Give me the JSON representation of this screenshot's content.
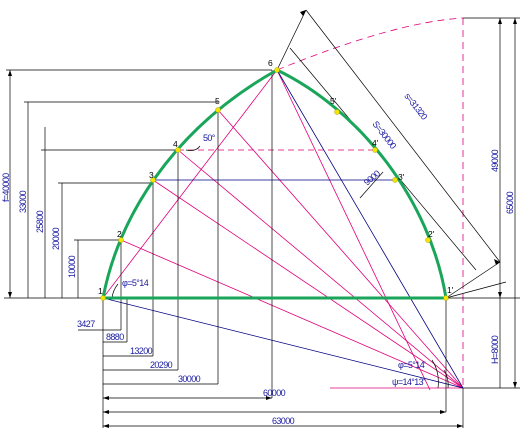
{
  "colors": {
    "arch": "#1aa65a",
    "base": "#1aa65a",
    "magenta": "#e0007a",
    "navy": "#000080",
    "dim": "#000000",
    "text": "#1a1aa0",
    "point": "#f2e600"
  },
  "points": {
    "p1": "1",
    "p2": "2",
    "p3": "3",
    "p4": "4",
    "p5": "5",
    "p6": "6",
    "p1r": "1'",
    "p2r": "2'",
    "p3r": "3'",
    "p4r": "4'",
    "p5r": "5'"
  },
  "dims_horizontal": {
    "d1": "3427",
    "d2": "8880",
    "d3": "13200",
    "d4": "20290",
    "d5": "30000",
    "d6": "60000",
    "d7": "63000"
  },
  "dims_vertical_left": {
    "f": "f=40000",
    "v1": "33000",
    "v2": "25800",
    "v3": "20000",
    "v4": "10000"
  },
  "dims_vertical_right": {
    "v49": "49000",
    "v65": "65000",
    "h": "H=8000"
  },
  "arcs": {
    "s": "S=30000",
    "r": "s=31320",
    "seg": "9000"
  },
  "angles": {
    "a1": "φ=5°14",
    "a2": "50°",
    "a3": "φ=5°14'",
    "a4": "ψ=14°13'"
  }
}
